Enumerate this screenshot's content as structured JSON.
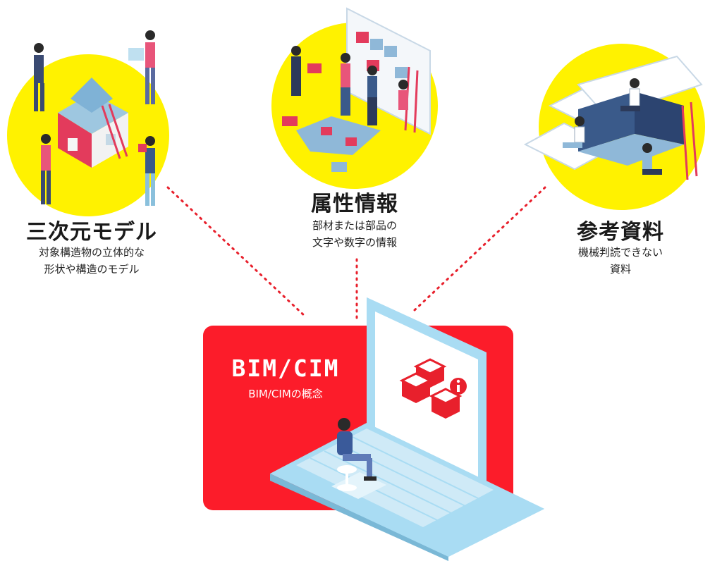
{
  "nodes": {
    "model": {
      "title": "三次元モデル",
      "desc_line1": "対象構造物の立体的な",
      "desc_line2": "形状や構造のモデル"
    },
    "attribute": {
      "title": "属性情報",
      "desc_line1": "部材または部品の",
      "desc_line2": "文字や数字の情報"
    },
    "reference": {
      "title": "参考資料",
      "desc_line1": "機械判読できない",
      "desc_line2": "資料"
    }
  },
  "center": {
    "title": "BIM/CIM",
    "subtitle": "BIM/CIMの概念"
  },
  "colors": {
    "accent_red": "#fc1c2a",
    "circle_yellow": "#fff200",
    "laptop_blue": "#a9dcf3",
    "connector_red": "#e8202c"
  },
  "icons": [
    "house-model-illustration",
    "puzzle-team-illustration",
    "books-reading-illustration",
    "laptop-illustration",
    "cubes-info-icon",
    "person-at-laptop-illustration"
  ]
}
